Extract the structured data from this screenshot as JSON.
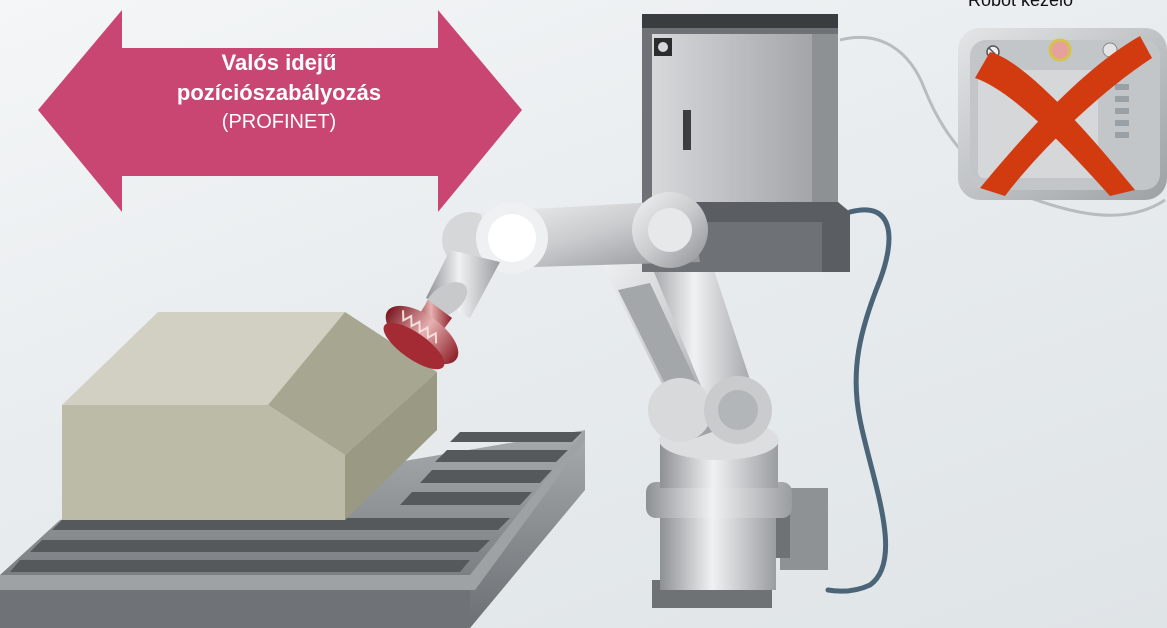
{
  "arrow": {
    "line1": "Valós idejű",
    "line2": "pozíciószabályozás",
    "line3": "(PROFINET)"
  },
  "pendant": {
    "label": "Robot kezelő"
  },
  "colors": {
    "arrow": "#c94672",
    "cross": "#d23a10",
    "block_top": "#c9c8b8",
    "block_front": "#b2b19d",
    "table": "#7d8185",
    "robot": "#c4c6c8",
    "cabinet": "#8c9094",
    "cable_main": "#4b6478"
  }
}
